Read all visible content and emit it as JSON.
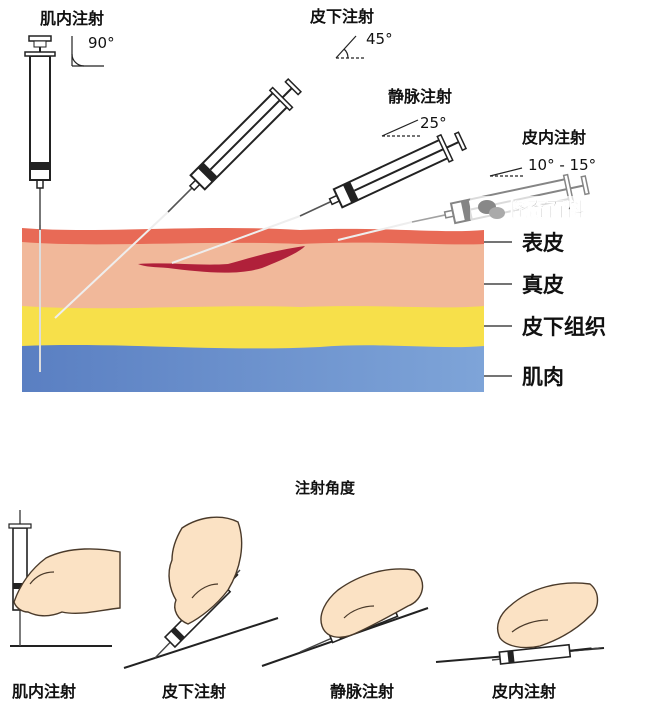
{
  "top_diagram": {
    "injections": [
      {
        "label": "肌内注射",
        "angle": "90°"
      },
      {
        "label": "皮下注射",
        "angle": "45°"
      },
      {
        "label": "静脉注射",
        "angle": "25°"
      },
      {
        "label": "皮内注射",
        "angle": "10° - 15°"
      }
    ],
    "layers": [
      "表皮",
      "真皮",
      "皮下组织",
      "肌肉"
    ],
    "watermark": "怪奇百科"
  },
  "bottom_diagram": {
    "title": "注射角度",
    "captions": [
      "肌内注射",
      "皮下注射",
      "静脉注射",
      "皮内注射"
    ]
  },
  "colors": {
    "epidermis": "#e86a56",
    "dermis": "#f1b89a",
    "subcutaneous": "#f7e04a",
    "muscle": "#6e92cc",
    "vein": "#b0203a"
  }
}
